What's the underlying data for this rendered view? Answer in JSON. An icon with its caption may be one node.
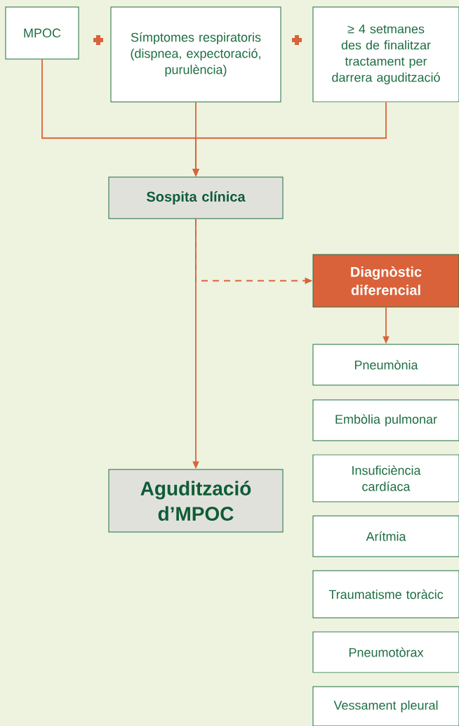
{
  "diagram": {
    "nodes": [
      {
        "text": [
          "MPOC"
        ]
      },
      {
        "text": [
          "Símptomes respiratoris (dispnea, expectoració, purulència)"
        ]
      },
      {
        "text": [
          "≥ 4 setmanes des de finalitzar tractament per darrera agudització"
        ]
      },
      {
        "text": [
          "Sospita clínica"
        ]
      },
      {
        "text": [
          "Diagnòstic diferencial"
        ]
      },
      {
        "text": [
          "Pneumònia"
        ]
      },
      {
        "text": [
          "Embòlia pulmonar"
        ]
      },
      {
        "text": [
          "Insuficiència cardíaca"
        ]
      },
      {
        "text": [
          "Arítmia"
        ]
      },
      {
        "text": [
          "Traumatisme toràcic"
        ]
      },
      {
        "text": [
          "Pneumotòrax"
        ]
      },
      {
        "text": [
          "Vessament pleural"
        ]
      },
      {
        "text": [
          "Agudització d’MPOC"
        ]
      }
    ],
    "edges": [
      {
        "from": 0,
        "to": 3,
        "arrow": "to"
      },
      {
        "from": 1,
        "to": 3,
        "arrow": "to"
      },
      {
        "from": 2,
        "to": 3,
        "arrow": "to"
      },
      {
        "from": 3,
        "to": 12,
        "arrow": "to"
      },
      {
        "from": 3,
        "to": 4,
        "arrow": "to",
        "style": "dashed"
      },
      {
        "from": 4,
        "to": 5,
        "arrow": "to"
      }
    ]
  }
}
